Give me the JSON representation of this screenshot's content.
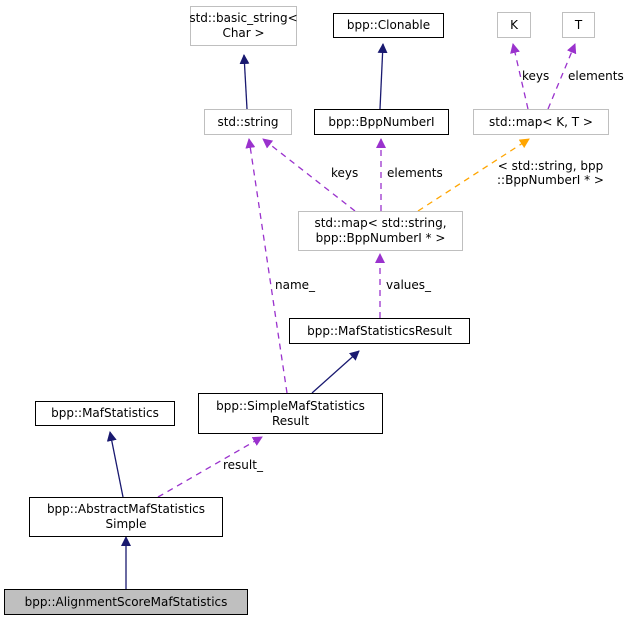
{
  "diagram": {
    "type": "collaboration-graph",
    "nodes": {
      "basic_string": "std::basic_string<\nChar >",
      "clonable": "bpp::Clonable",
      "k": "K",
      "t": "T",
      "string": "std::string",
      "bppnumber": "bpp::BppNumberI",
      "map_kt": "std::map< K, T >",
      "map_inst": "std::map< std::string,\nbpp::BppNumberI * >",
      "mafresult": "bpp::MafStatisticsResult",
      "simpleresult": "bpp::SimpleMafStatistics\nResult",
      "mafstats": "bpp::MafStatistics",
      "abstractsimple": "bpp::AbstractMafStatistics\nSimple",
      "alignment": "bpp::AlignmentScoreMafStatistics"
    },
    "edge_labels": {
      "keys_kmap": "keys",
      "elements_tmap": "elements",
      "keys_string": "keys",
      "elements_bpp": "elements",
      "template_args": "< std::string, bpp\n::BppNumberI * >",
      "values": "values_",
      "name": "name_",
      "result": "result_"
    },
    "colors": {
      "inheritance": "#191970",
      "usage": "#9a32cd",
      "template": "#ffa500",
      "highlight_fill": "#bfbfbf"
    }
  }
}
